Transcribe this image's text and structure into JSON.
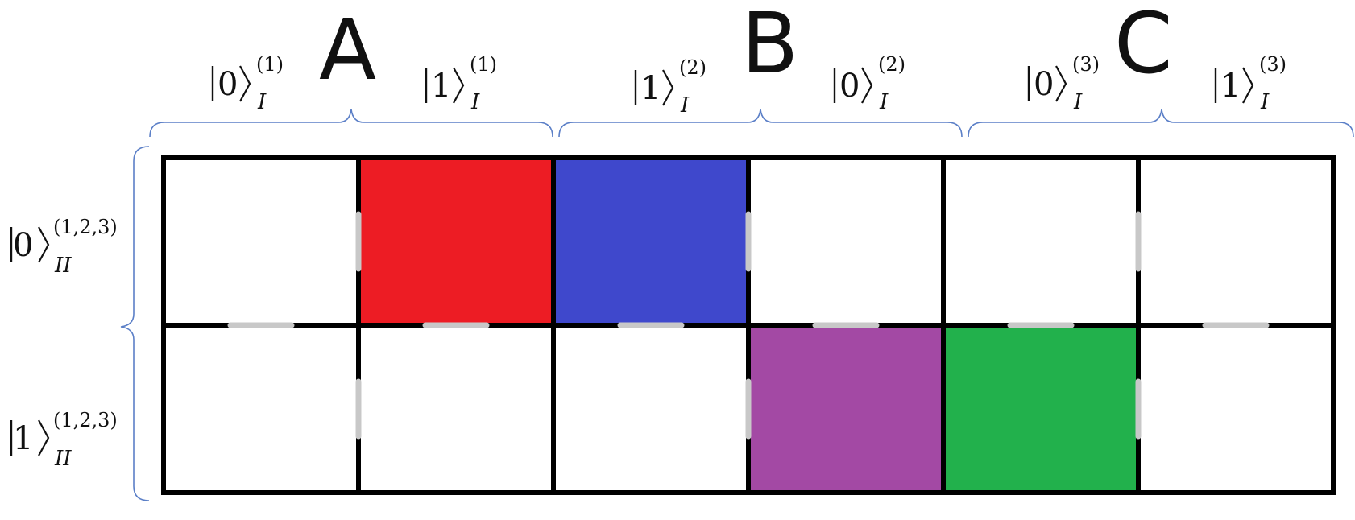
{
  "groups": [
    {
      "letter": "A",
      "cols": [
        {
          "ket": "0",
          "sub": "I",
          "sup": "(1)"
        },
        {
          "ket": "1",
          "sub": "I",
          "sup": "(1)"
        }
      ]
    },
    {
      "letter": "B",
      "cols": [
        {
          "ket": "1",
          "sub": "I",
          "sup": "(2)"
        },
        {
          "ket": "0",
          "sub": "I",
          "sup": "(2)"
        }
      ]
    },
    {
      "letter": "C",
      "cols": [
        {
          "ket": "0",
          "sub": "I",
          "sup": "(3)"
        },
        {
          "ket": "1",
          "sub": "I",
          "sup": "(3)"
        }
      ]
    }
  ],
  "rows": [
    {
      "ket": "0",
      "sub": "II",
      "sup": "(1,2,3)"
    },
    {
      "ket": "1",
      "sub": "II",
      "sup": "(1,2,3)"
    }
  ],
  "cells": [
    [
      "#ffffff",
      "#ed1c24",
      "#3f48cc",
      "#ffffff",
      "#ffffff",
      "#ffffff"
    ],
    [
      "#ffffff",
      "#ffffff",
      "#ffffff",
      "#a349a4",
      "#22b14c",
      "#ffffff"
    ]
  ],
  "colors": {
    "grid_line": "#000000",
    "gap_marker": "#c8c8c8",
    "brace": "#5b7fc7"
  }
}
